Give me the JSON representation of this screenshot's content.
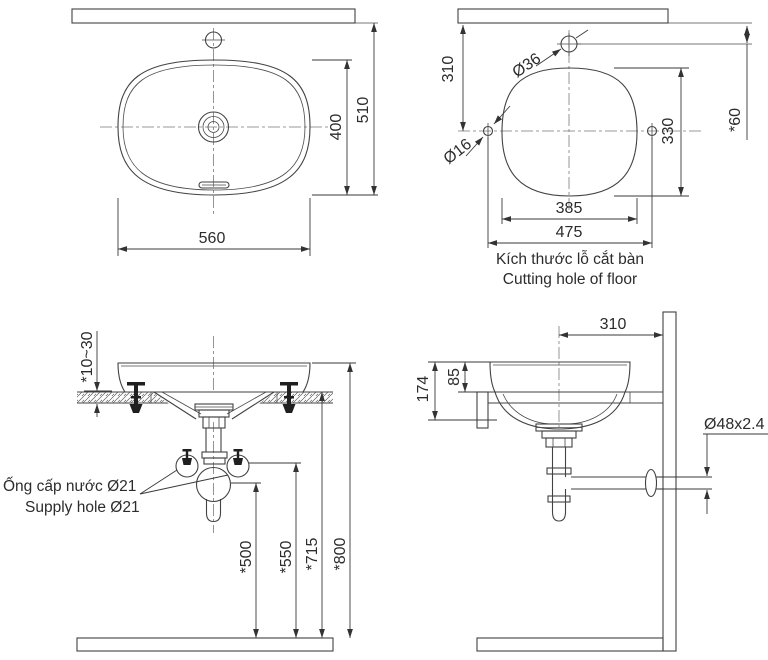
{
  "views": {
    "top": {
      "dim_width": "560",
      "dim_inner_depth": "400",
      "dim_outer_depth": "510"
    },
    "cutout": {
      "dim_faucet_hole": "Ø36",
      "dim_supply_hole": "Ø16",
      "dim_back_offset": "310",
      "dim_hole_height": "330",
      "dim_wall_gap": "*60",
      "dim_hole_width": "385",
      "dim_hole_span": "475",
      "caption_vi": "Kích thước lỗ cắt bàn",
      "caption_en": "Cutting hole of floor"
    },
    "front": {
      "dim_counter_thickness": "*10~30",
      "label_supply_vi": "Ống cấp nước Ø21",
      "label_supply_en": "Supply hole Ø21",
      "dim_trap_height": "*500",
      "dim_valve_height": "*550",
      "dim_counter_height": "*715",
      "dim_rim_height": "*800"
    },
    "side": {
      "dim_wall_offset": "310",
      "dim_rim_above_counter": "85",
      "dim_total_depth": "174",
      "dim_pipe_spec": "Ø48x2.4"
    }
  },
  "colors": {
    "line": "#424242",
    "hatch_fill": "#ededed"
  }
}
